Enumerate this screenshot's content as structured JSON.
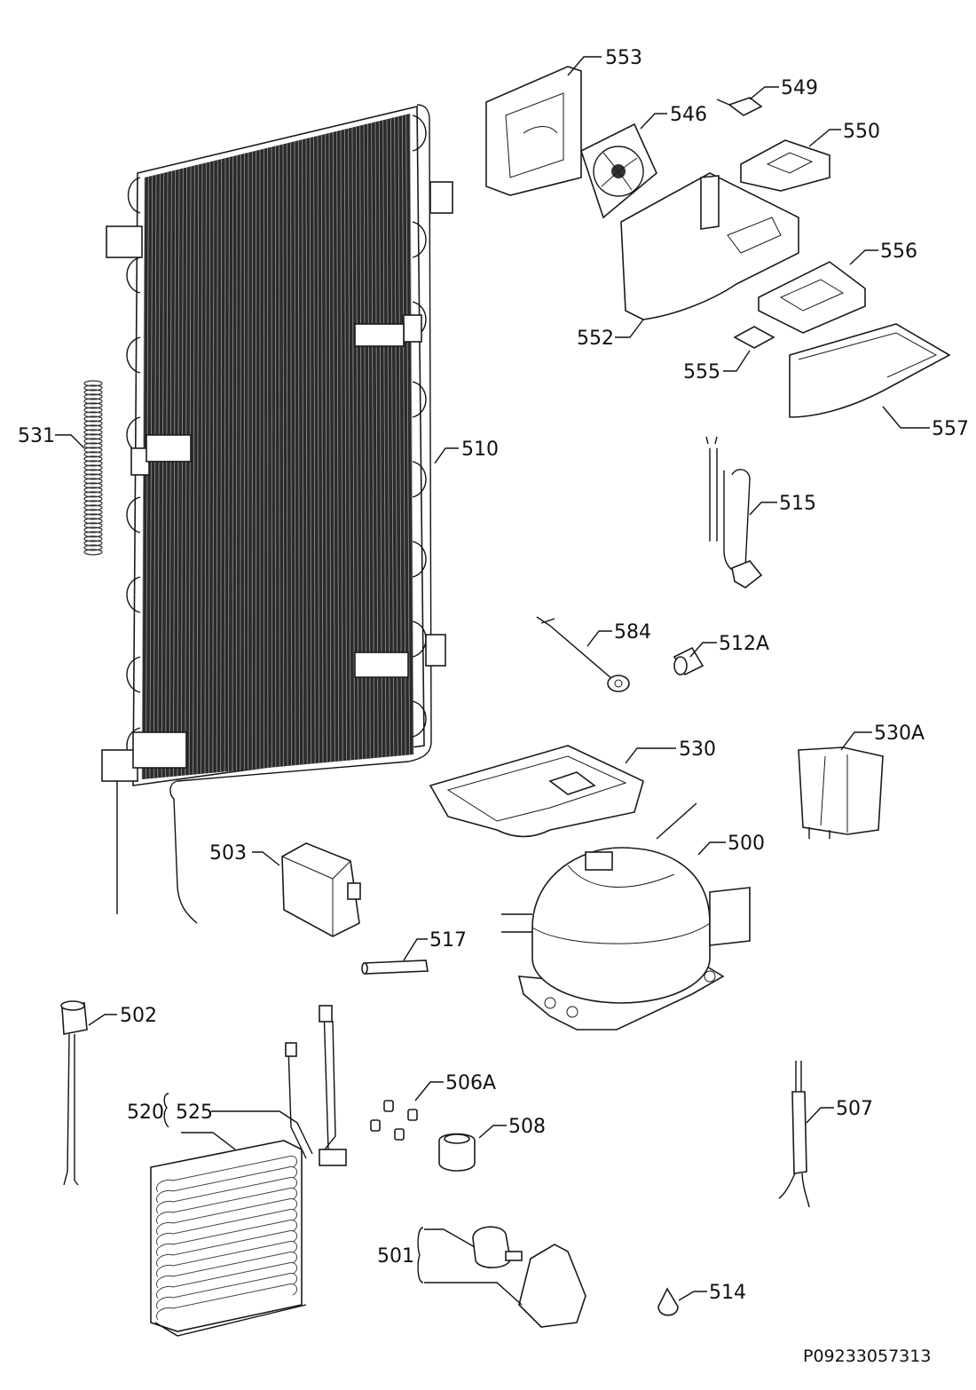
{
  "document_code": "P09233057313",
  "parts": {
    "p500": "500",
    "p501": "501",
    "p502": "502",
    "p503": "503",
    "p506A": "506A",
    "p507": "507",
    "p508": "508",
    "p510": "510",
    "p512A": "512A",
    "p514": "514",
    "p515": "515",
    "p517": "517",
    "p520": "520",
    "p525": "525",
    "p530": "530",
    "p530A": "530A",
    "p531": "531",
    "p546": "546",
    "p549": "549",
    "p550": "550",
    "p552": "552",
    "p553": "553",
    "p555": "555",
    "p556": "556",
    "p557": "557",
    "p584": "584"
  },
  "colors": {
    "ink": "#111111",
    "paper": "#ffffff",
    "coil": "#2b2b2b"
  }
}
